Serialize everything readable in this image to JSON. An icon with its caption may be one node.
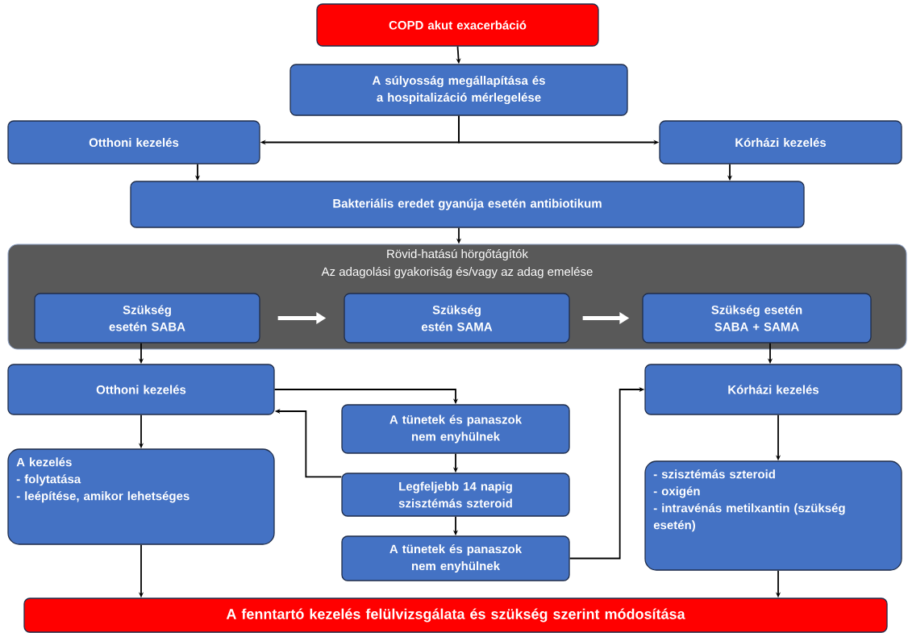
{
  "diagram": {
    "nodes": [
      {
        "text": [
          "COPD akut exacerbáció"
        ]
      },
      {
        "text": [
          "A súlyosság megállapítása és a hospitalizáció mérlegelése"
        ]
      },
      {
        "text": [
          "Otthoni kezelés"
        ]
      },
      {
        "text": [
          "Kórházi kezelés"
        ]
      },
      {
        "text": [
          "Bakteriális eredet gyanúja esetén antibiotikum"
        ]
      },
      {
        "text": [
          "Rövid-hatású hörgőtágítók",
          "Az adagolási gyakoriság és/vagy az adag emelése"
        ]
      },
      {
        "text": [
          "Szükség esetén SABA"
        ],
        "in": 5
      },
      {
        "text": [
          "Szükség estén SAMA"
        ],
        "in": 5
      },
      {
        "text": [
          "Szükség esetén SABA + SAMA"
        ],
        "in": 5
      },
      {
        "text": [
          "Otthoni kezelés"
        ]
      },
      {
        "text": [
          "Kórházi kezelés"
        ]
      },
      {
        "text": [
          "A tünetek és panaszok nem enyhülnek"
        ]
      },
      {
        "text": [
          "Legfeljebb 14 napig szisztémás szteroid"
        ]
      },
      {
        "text": [
          "A tünetek és panaszok nem enyhülnek"
        ]
      },
      {
        "text": [
          "A kezelés",
          "- folytatása",
          "- leépítése, amikor lehetséges"
        ]
      },
      {
        "text": [
          "- szisztémás szteroid",
          "- oxigén",
          "- intravénás metilxantin (szükség esetén)"
        ]
      },
      {
        "text": [
          "A fenntartó kezelés felülvizsgálata és szükség szerint módosítása"
        ]
      }
    ],
    "edges": [
      {
        "from": 0,
        "to": 1,
        "arrow": "to"
      },
      {
        "from": 1,
        "to": 2,
        "arrow": "to"
      },
      {
        "from": 1,
        "to": 3,
        "arrow": "to"
      },
      {
        "from": 2,
        "to": 4,
        "arrow": "to"
      },
      {
        "from": 3,
        "to": 4,
        "arrow": "to"
      },
      {
        "from": 4,
        "to": 5,
        "arrow": "to"
      },
      {
        "from": 6,
        "to": 7,
        "arrow": "to",
        "style": "thick",
        "color": "#ffffff"
      },
      {
        "from": 7,
        "to": 8,
        "arrow": "to",
        "style": "thick",
        "color": "#ffffff"
      },
      {
        "from": 6,
        "to": 9,
        "arrow": "to"
      },
      {
        "from": 8,
        "to": 10,
        "arrow": "to"
      },
      {
        "from": 9,
        "to": 11,
        "arrow": "to"
      },
      {
        "from": 11,
        "to": 12,
        "arrow": "to"
      },
      {
        "from": 12,
        "to": 9,
        "arrow": "to"
      },
      {
        "from": 12,
        "to": 13,
        "arrow": "to"
      },
      {
        "from": 13,
        "to": 10,
        "arrow": "to"
      },
      {
        "from": 9,
        "to": 14,
        "arrow": "to"
      },
      {
        "from": 10,
        "to": 15,
        "arrow": "to"
      },
      {
        "from": 14,
        "to": 16,
        "arrow": "to"
      },
      {
        "from": 15,
        "to": 16,
        "arrow": "to"
      }
    ]
  }
}
